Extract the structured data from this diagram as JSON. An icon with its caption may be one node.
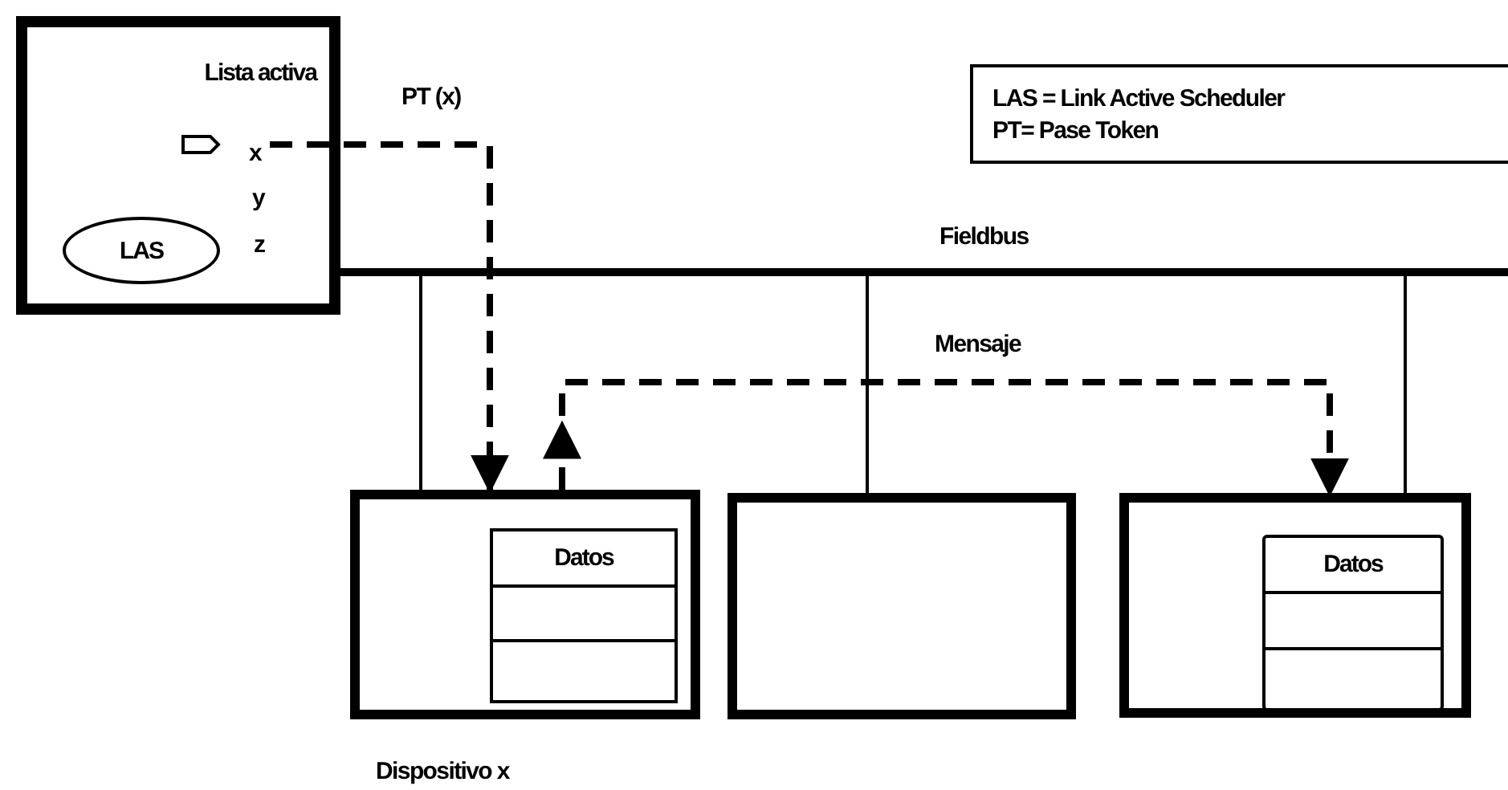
{
  "diagram": {
    "nodes": [
      {
        "text": [
          "Lista activa"
        ]
      },
      {
        "text": [
          "x"
        ],
        "in": 0
      },
      {
        "text": [
          "y"
        ],
        "in": 0
      },
      {
        "text": [
          "z"
        ],
        "in": 0
      },
      {
        "text": [
          "LAS"
        ],
        "in": 0
      },
      {
        "text": [
          "LAS = Link Active Scheduler",
          "PT= Pase Token"
        ]
      },
      {
        "text": [],
        "shape": "bar",
        "beside": [
          "Fieldbus"
        ]
      },
      {
        "text": [],
        "shape": "box",
        "beside": [
          "Dispositivo x"
        ]
      },
      {
        "text": [
          "Datos"
        ],
        "in": 7
      },
      {
        "text": [],
        "shape": "box"
      },
      {
        "text": [],
        "shape": "box"
      },
      {
        "text": [
          "Datos"
        ],
        "in": 10
      }
    ],
    "edges": [
      {
        "from": 1,
        "to": 7,
        "arrow": "to",
        "label": "PT (x)",
        "style": "dashed"
      },
      {
        "from": 7,
        "to": 10,
        "arrow": "to",
        "label": "Mensaje",
        "style": "dashed"
      },
      {
        "from": 6,
        "to": 7,
        "arrow": "none"
      },
      {
        "from": 6,
        "to": 9,
        "arrow": "none"
      },
      {
        "from": 6,
        "to": 10,
        "arrow": "none"
      }
    ]
  }
}
